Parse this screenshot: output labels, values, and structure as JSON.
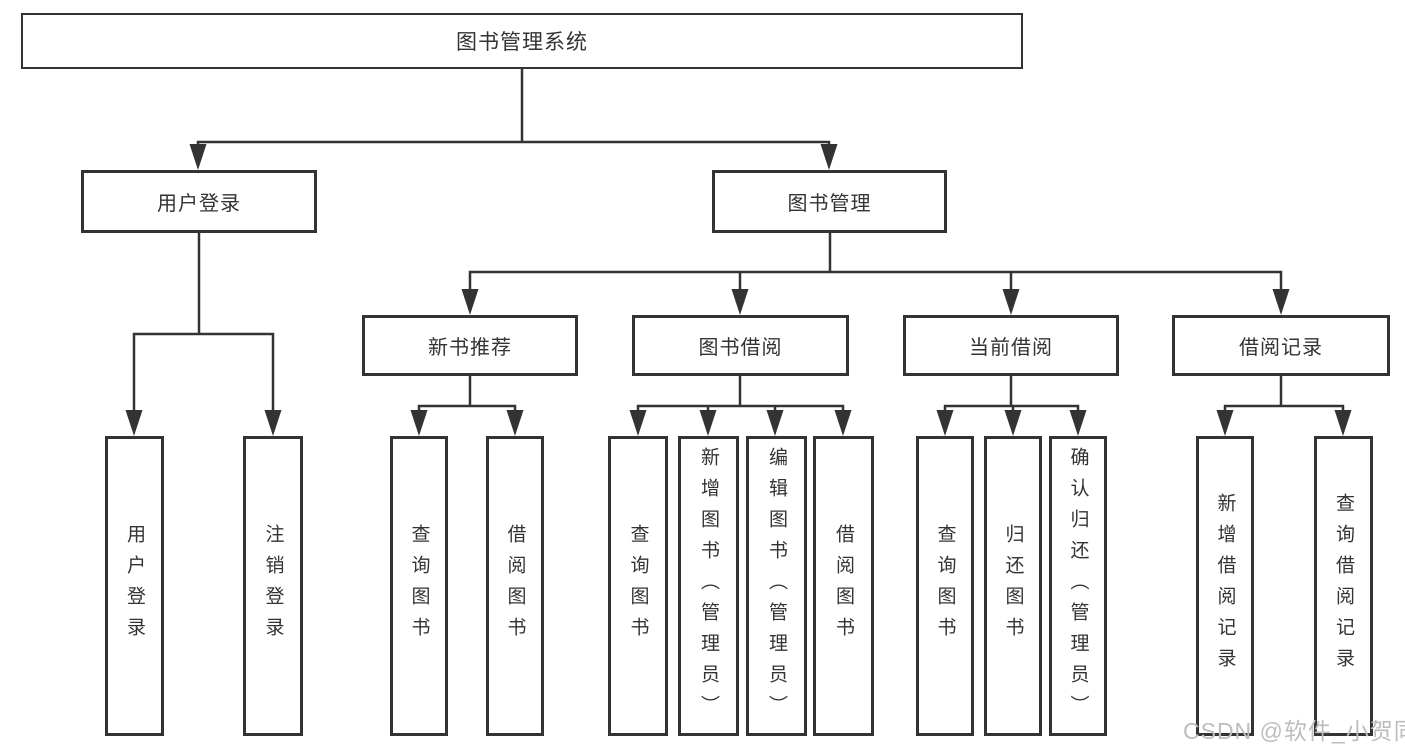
{
  "colors": {
    "line": "#333333",
    "box_border": "#333333",
    "text": "#333333",
    "background": "#ffffff",
    "watermark": "#bdbdbd"
  },
  "watermark": "CSDN @软件_小贺同学",
  "tree": {
    "label": "图书管理系统",
    "children": [
      {
        "label": "用户登录",
        "children": [
          {
            "label": "用户登录"
          },
          {
            "label": "注销登录"
          }
        ]
      },
      {
        "label": "图书管理",
        "children": [
          {
            "label": "新书推荐",
            "children": [
              {
                "label": "查询图书"
              },
              {
                "label": "借阅图书"
              }
            ]
          },
          {
            "label": "图书借阅",
            "children": [
              {
                "label": "查询图书"
              },
              {
                "label": "新增图书（管理员）"
              },
              {
                "label": "编辑图书（管理员）"
              },
              {
                "label": "借阅图书"
              }
            ]
          },
          {
            "label": "当前借阅",
            "children": [
              {
                "label": "查询图书"
              },
              {
                "label": "归还图书"
              },
              {
                "label": "确认归还（管理员）"
              }
            ]
          },
          {
            "label": "借阅记录",
            "children": [
              {
                "label": "新增借阅记录"
              },
              {
                "label": "查询借阅记录"
              }
            ]
          }
        ]
      }
    ]
  }
}
